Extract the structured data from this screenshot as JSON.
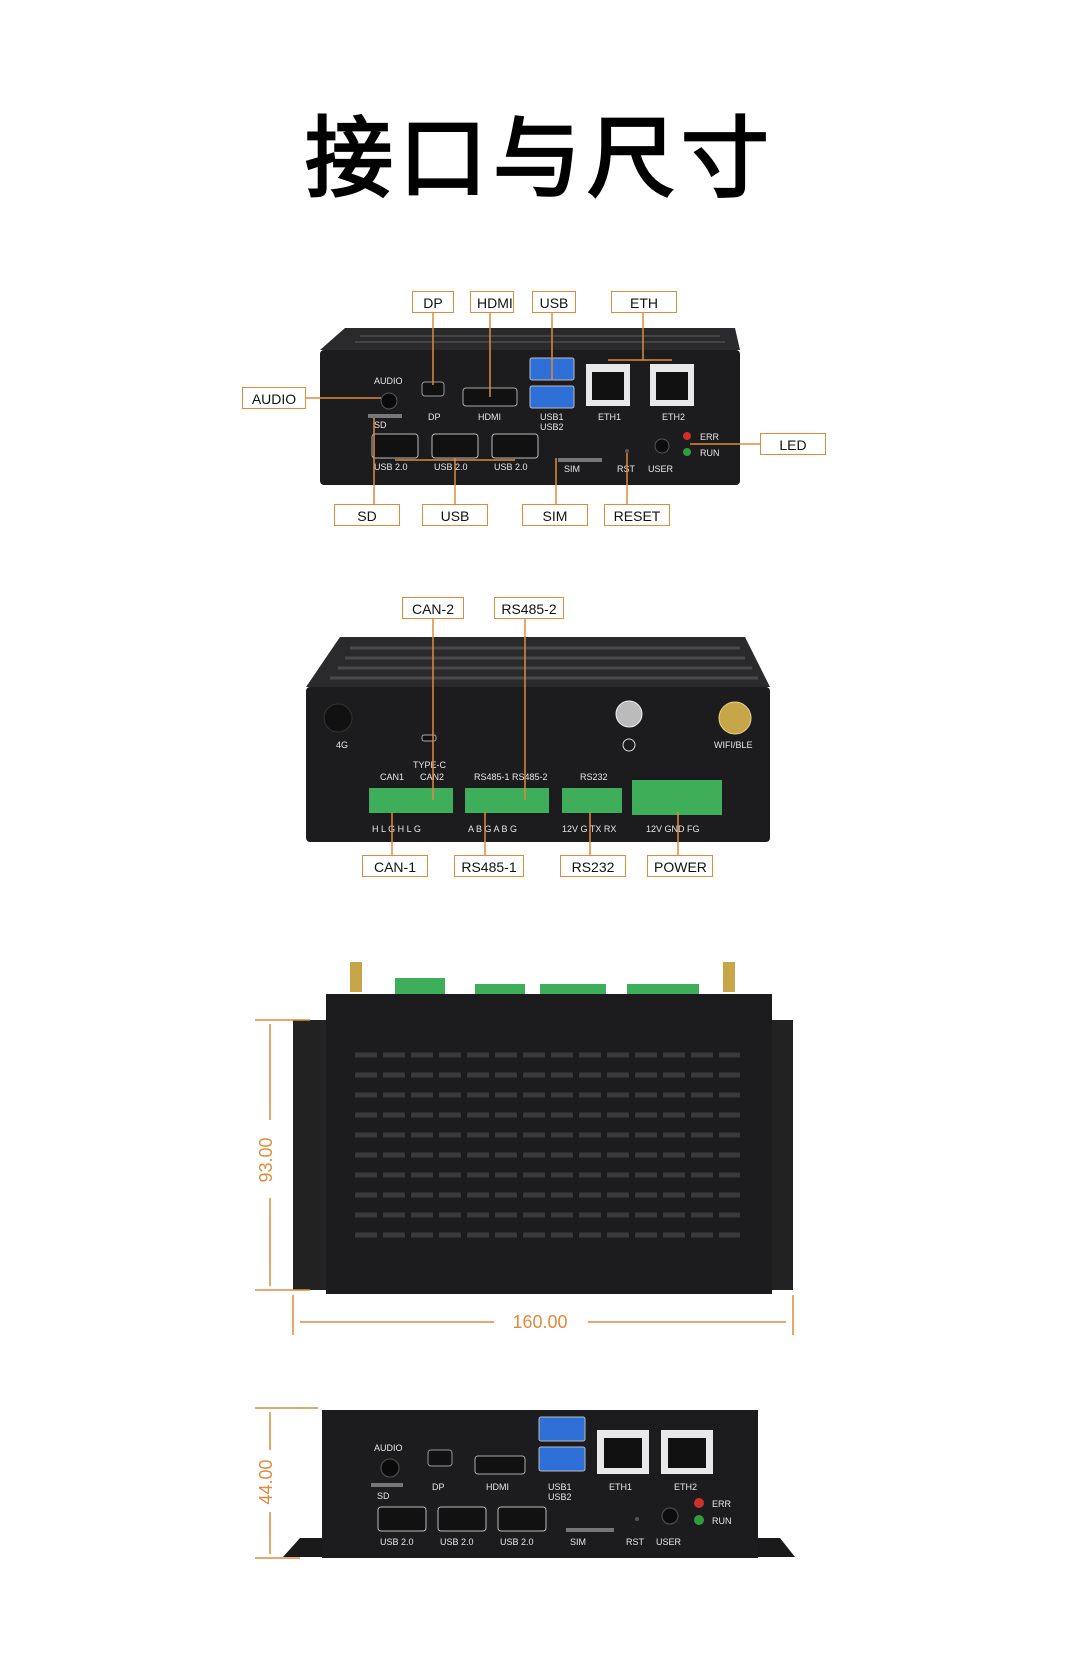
{
  "page": {
    "title": "接口与尺寸"
  },
  "front_view": {
    "callouts": [
      "DP",
      "HDMI",
      "USB",
      "ETH",
      "AUDIO",
      "LED",
      "SD",
      "USB",
      "SIM",
      "RESET"
    ],
    "silkscreen": {
      "audio": "AUDIO",
      "dp": "DP",
      "hdmi": "HDMI",
      "usb1": "USB1",
      "usb2": "USB2",
      "eth1": "ETH1",
      "eth2": "ETH2",
      "err": "ERR",
      "run": "RUN",
      "sd": "SD",
      "usb20_a": "USB 2.0",
      "usb20_b": "USB 2.0",
      "usb20_c": "USB 2.0",
      "sim": "SIM",
      "rst": "RST",
      "user": "USER"
    }
  },
  "rear_view": {
    "callouts": [
      "CAN-2",
      "RS485-2",
      "CAN-1",
      "RS485-1",
      "RS232",
      "POWER"
    ],
    "silkscreen": {
      "g4": "4G",
      "typec": "TYPE-C",
      "wifi": "WIFI/BLE",
      "can1": "CAN1",
      "can2": "CAN2",
      "rs4851": "RS485-1",
      "rs4852": "RS485-2",
      "rs232": "RS232",
      "can_pins": "H L G H L G",
      "rs485_pins": "A B G A B G",
      "rs232_pins": "12V G TX RX",
      "power_pins": "12V GND FG"
    }
  },
  "top_view": {
    "height_dim": "93.00",
    "width_dim": "160.00"
  },
  "side_view": {
    "height_dim": "44.00",
    "silkscreen": {
      "audio": "AUDIO",
      "dp": "DP",
      "hdmi": "HDMI",
      "usb1": "USB1",
      "usb2": "USB2",
      "eth1": "ETH1",
      "eth2": "ETH2",
      "err": "ERR",
      "run": "RUN",
      "sd": "SD",
      "usb20_a": "USB 2.0",
      "usb20_b": "USB 2.0",
      "usb20_c": "USB 2.0",
      "sim": "SIM",
      "rst": "RST",
      "user": "USER"
    }
  },
  "colors": {
    "accent": "#e08a3c",
    "device": "#1c1c1e",
    "terminal": "#3fae5a",
    "usb_blue": "#2e6fd8"
  }
}
